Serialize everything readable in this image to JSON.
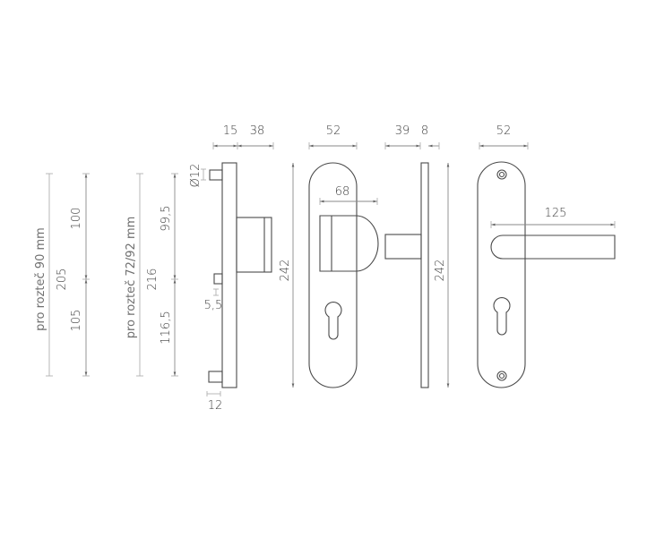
{
  "notes": {
    "spacing_90": "pro rozteč 90 mm",
    "spacing_72_92": "pro rozteč 72/92 mm"
  },
  "dimensions": {
    "total_205": "205",
    "upper_100": "100",
    "lower_105": "105",
    "total_216": "216",
    "upper_99_5": "99,5",
    "lower_116_5": "116,5",
    "side_left_15": "15",
    "side_left_38": "38",
    "pin_diameter": "Ø12",
    "pin_5_5": "5,5",
    "pin_12": "12",
    "side_left_height": "242",
    "knob_plate_width": "52",
    "knob_projection": "68",
    "side_right_39": "39",
    "side_right_8": "8",
    "side_right_height": "242",
    "lever_plate_width": "52",
    "lever_length": "125"
  },
  "colors": {
    "outline": "#4a4a4a",
    "dimension": "#8a8a8a"
  }
}
